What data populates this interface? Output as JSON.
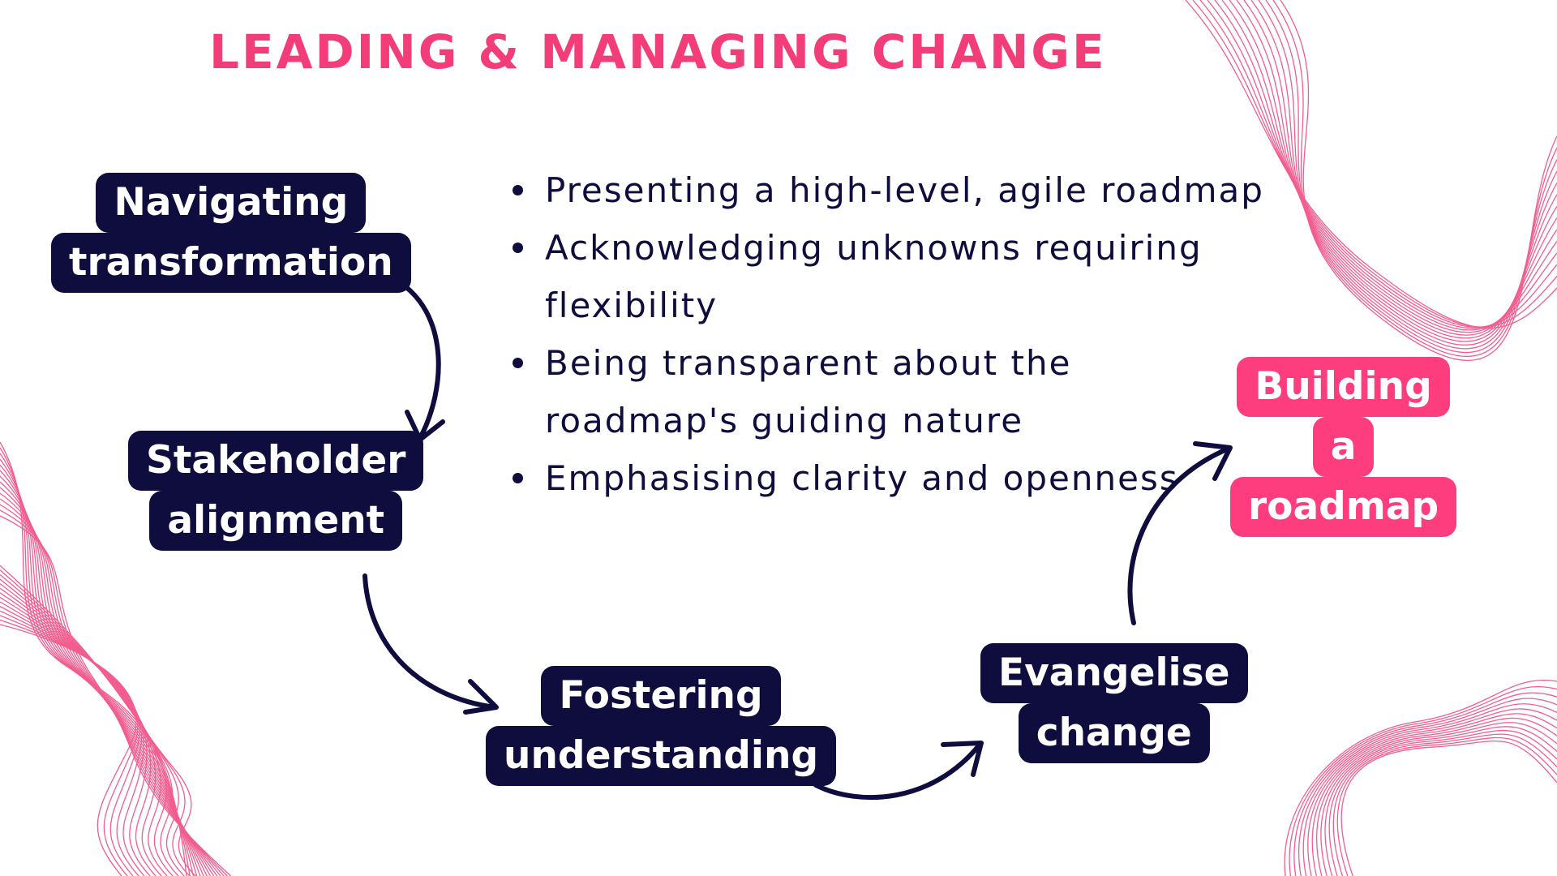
{
  "title": "LEADING & MANAGING CHANGE",
  "colors": {
    "accent": "#f23d79",
    "node_dark": "#0e0d3d",
    "node_highlight": "#fd3d7d"
  },
  "nodes": [
    {
      "id": "navigating",
      "lines": [
        "Navigating",
        "transformation"
      ]
    },
    {
      "id": "stakeholder",
      "lines": [
        "Stakeholder",
        "alignment"
      ]
    },
    {
      "id": "fostering",
      "lines": [
        "Fostering",
        "understanding"
      ]
    },
    {
      "id": "evangelise",
      "lines": [
        "Evangelise",
        "change"
      ]
    },
    {
      "id": "building",
      "lines": [
        "Building",
        "a",
        "roadmap"
      ]
    }
  ],
  "bullets": [
    "Presenting a high-level, agile roadmap",
    "Acknowledging unknowns requiring flexibility",
    "Being transparent about the roadmap's guiding nature",
    "Emphasising clarity and openness"
  ]
}
